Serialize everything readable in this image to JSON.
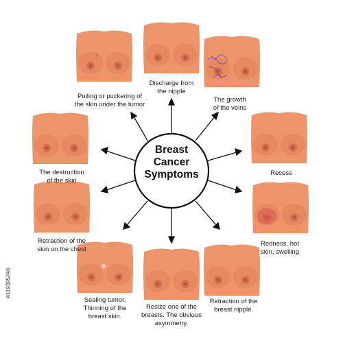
{
  "center": {
    "title": "Breast\nCancer\nSymptoms"
  },
  "symptoms": [
    {
      "id": "pulling",
      "label": "Pulling or puckering of\nthe skin under the tumor"
    },
    {
      "id": "discharge",
      "label": "Discharge from\nthe nipple"
    },
    {
      "id": "veins",
      "label": "The growth\nof the veins"
    },
    {
      "id": "recess",
      "label": "Recess"
    },
    {
      "id": "redness",
      "label": "Redness, hot\nskin, swelling"
    },
    {
      "id": "retraction-nipple",
      "label": "Retraction of the\nbreast nipple."
    },
    {
      "id": "resize",
      "label": "Resize one of the\nbreasts. The obvious\nasymmetry."
    },
    {
      "id": "sealing",
      "label": "Sealing tumor.\nThinning of the\nbreast skin."
    },
    {
      "id": "retraction-chest",
      "label": "Retraction of the\nskin on the chest"
    },
    {
      "id": "destruction",
      "label": "The destruction\nof the skin"
    }
  ],
  "stock_id": "#119395246",
  "colors": {
    "skin": "#ee946a",
    "areola": "#d46f50",
    "veins": "#7a4aa8",
    "redness": "#d9534f"
  }
}
